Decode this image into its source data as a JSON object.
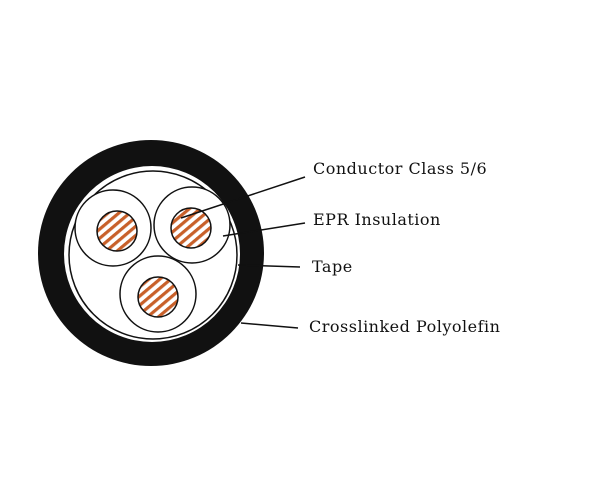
{
  "title": "Cable cross-section",
  "labels": {
    "conductor": "Conductor Class 5/6",
    "insulation": "EPR Insulation",
    "tape": "Tape",
    "sheath": "Crosslinked Polyolefin"
  },
  "colors": {
    "sheath": "#111111",
    "copper": "#c8602a",
    "background": "#ffffff"
  }
}
